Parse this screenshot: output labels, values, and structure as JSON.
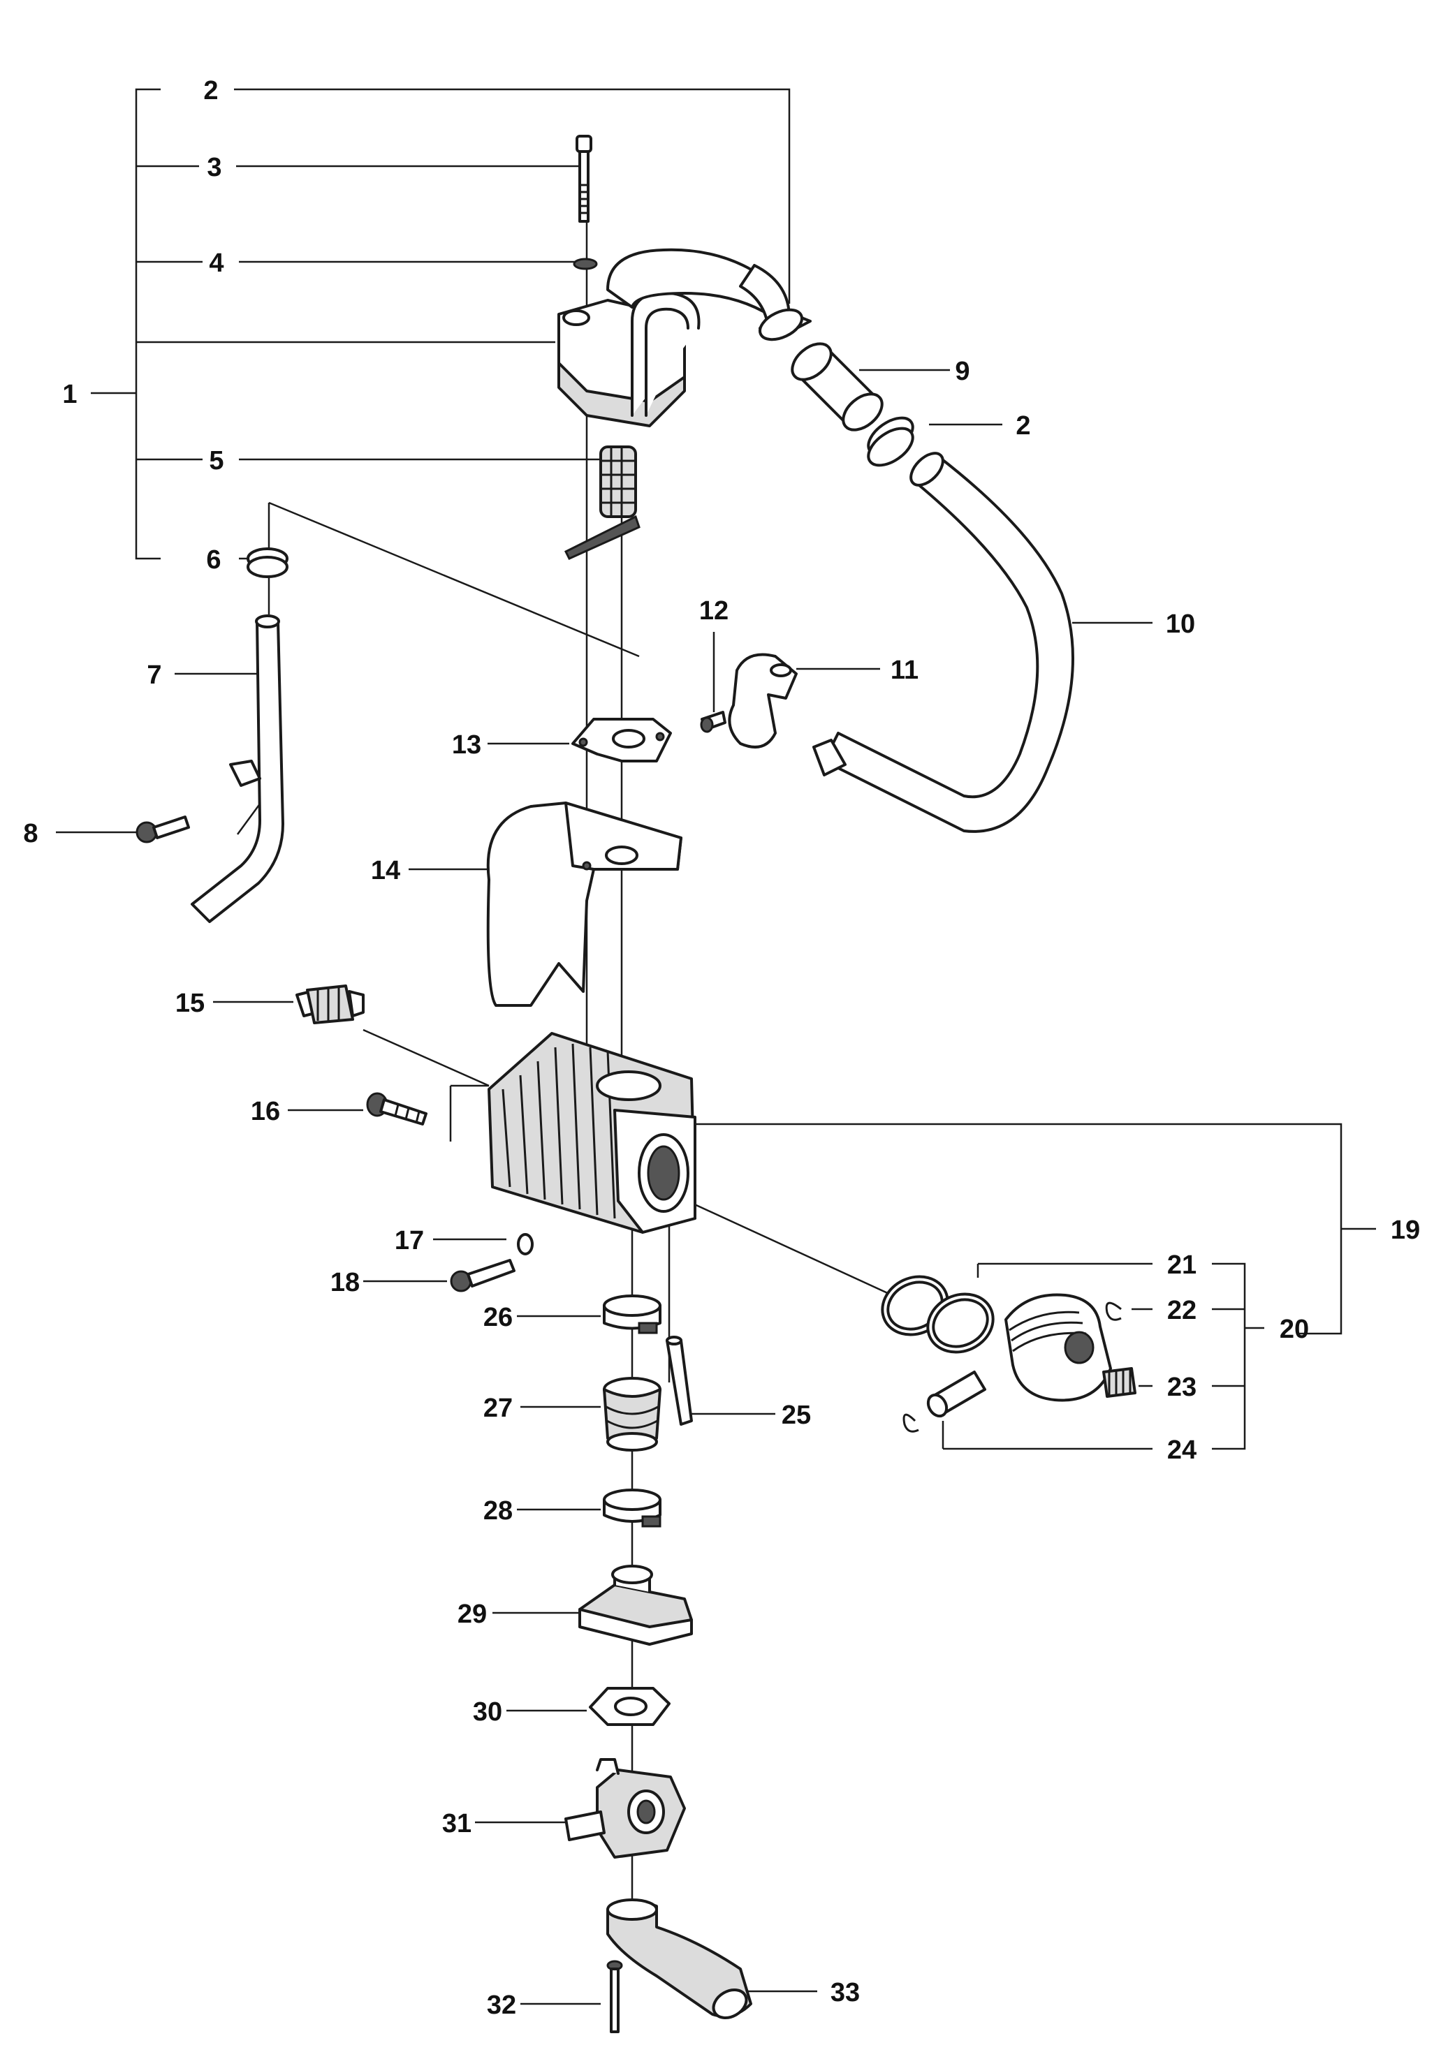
{
  "labels": [
    "1",
    "2",
    "3",
    "4",
    "5",
    "6",
    "7",
    "8",
    "9",
    "10",
    "11",
    "12",
    "13",
    "14",
    "15",
    "16",
    "17",
    "18",
    "19",
    "20",
    "21",
    "22",
    "23",
    "24",
    "25",
    "26",
    "27",
    "28",
    "29",
    "30",
    "31",
    "32",
    "33"
  ],
  "label_2_repeat": "2",
  "colors": {
    "ink": "#1a1a1a",
    "background": "#ffffff",
    "part_fill": "#ffffff",
    "shade": "#dcdcdc"
  }
}
